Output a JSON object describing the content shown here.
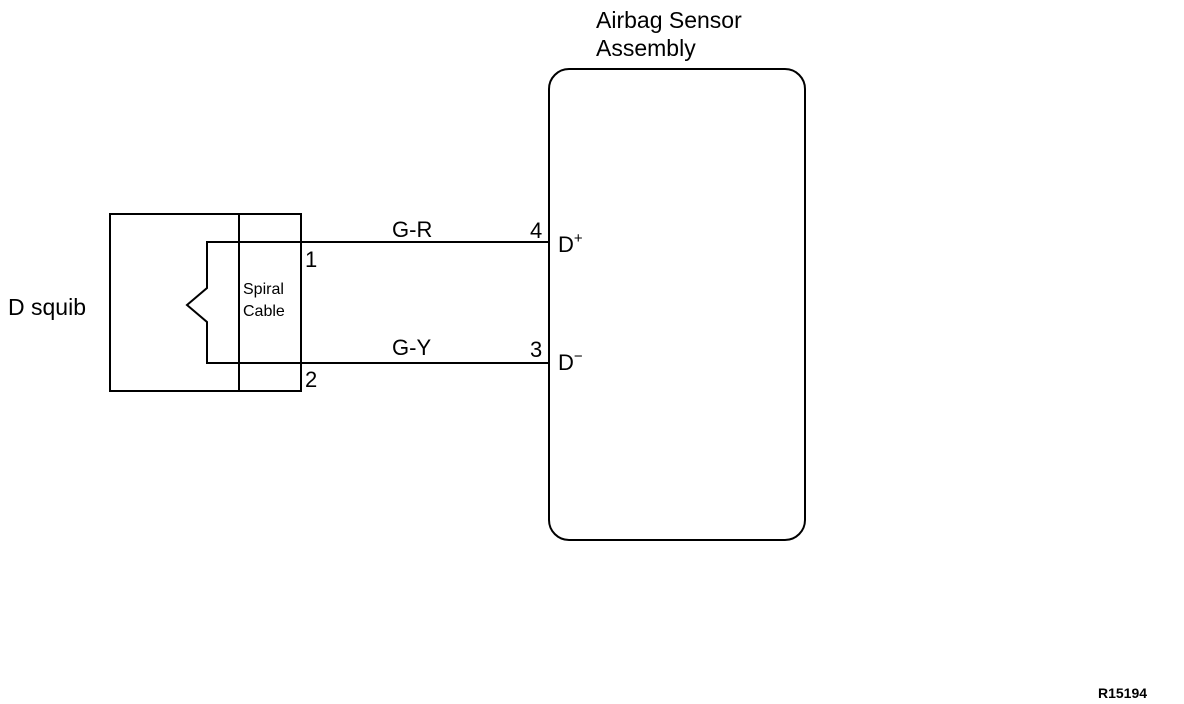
{
  "assembly": {
    "title_line1": "Airbag Sensor",
    "title_line2": "Assembly"
  },
  "squib": {
    "label": "D squib",
    "cable_line1": "Spiral",
    "cable_line2": "Cable",
    "pin_top": "1",
    "pin_bottom": "2"
  },
  "wires": [
    {
      "color_code": "G-R",
      "pin": "4",
      "terminal": "D",
      "polarity": "+"
    },
    {
      "color_code": "G-Y",
      "pin": "3",
      "terminal": "D",
      "polarity": "−"
    }
  ],
  "figure_id": "R15194"
}
